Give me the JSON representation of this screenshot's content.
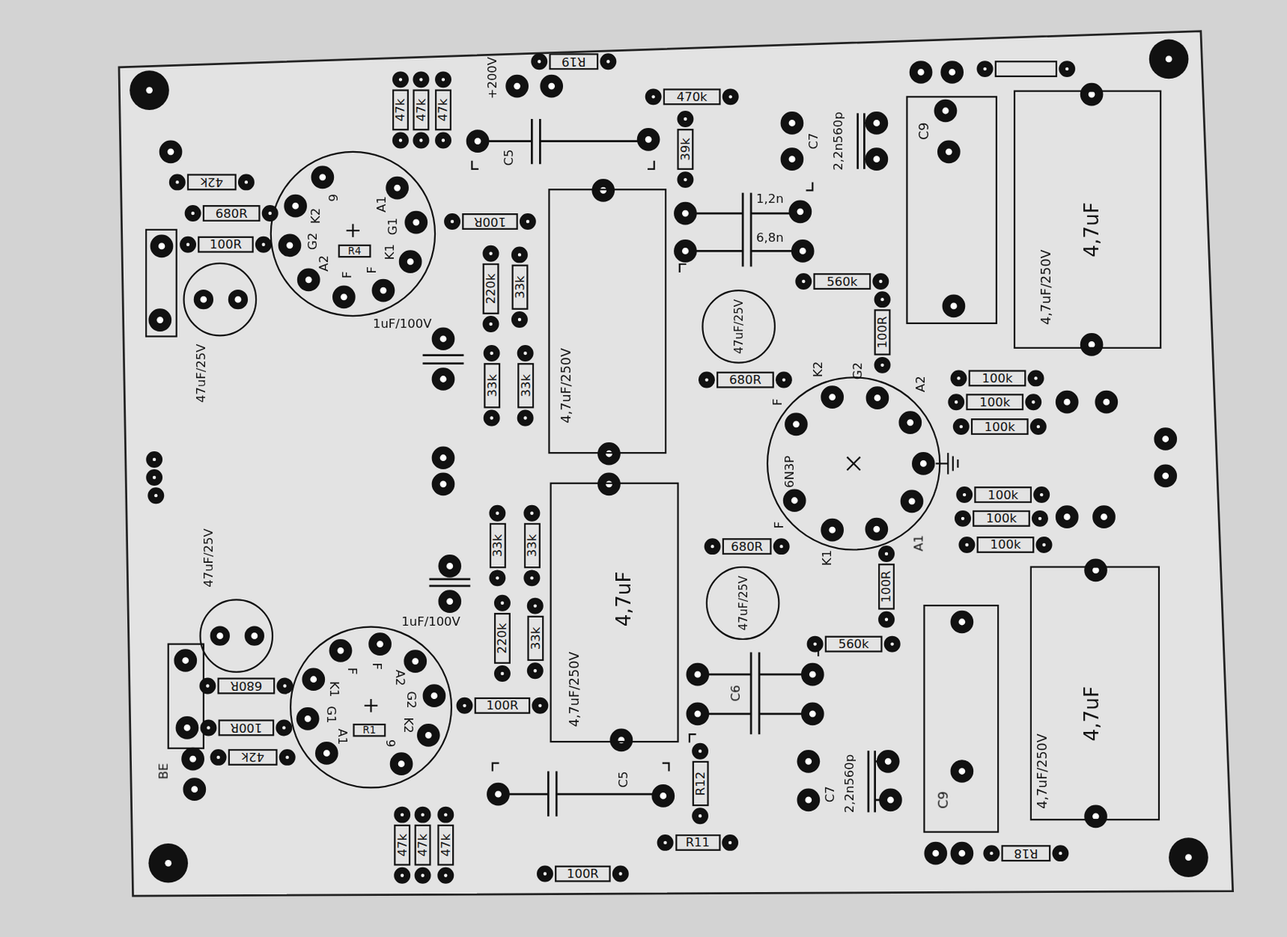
{
  "diagram": {
    "nodes": [
      {
        "text": [
          "47k"
        ]
      },
      {
        "text": [
          "47k"
        ]
      },
      {
        "text": [
          "47k"
        ]
      },
      {
        "text": [
          "R19"
        ]
      },
      {
        "text": [
          "470k"
        ]
      },
      {
        "text": [
          "42k"
        ]
      },
      {
        "text": [
          "680R"
        ]
      },
      {
        "text": [
          "100R"
        ]
      },
      {
        "text": [
          "39k"
        ]
      },
      {
        "text": [
          "100R"
        ]
      },
      {
        "text": [
          "R4"
        ]
      },
      {
        "text": [
          "4,7uF/250V"
        ]
      },
      {
        "text": [
          "220k"
        ]
      },
      {
        "text": [
          "33k"
        ]
      },
      {
        "text": [
          "33k"
        ]
      },
      {
        "text": [
          "33k"
        ]
      },
      {
        "text": [
          "560k"
        ]
      },
      {
        "text": [
          "C9"
        ]
      },
      {
        "text": [
          "4,7uF/250V",
          "4,7uF"
        ]
      },
      {
        "text": [
          "47uF/25V"
        ]
      },
      {
        "text": [
          "47uF/25V"
        ]
      },
      {
        "text": [
          "100R"
        ]
      },
      {
        "text": [
          "680R"
        ]
      },
      {
        "text": [
          "100k"
        ]
      },
      {
        "text": [
          "100k"
        ]
      },
      {
        "text": [
          "100k"
        ]
      },
      {
        "text": [
          "100k"
        ]
      },
      {
        "text": [
          "100k"
        ]
      },
      {
        "text": [
          "100k"
        ]
      },
      {
        "text": [
          "33k"
        ]
      },
      {
        "text": [
          "33k"
        ]
      },
      {
        "text": [
          "680R"
        ]
      },
      {
        "text": [
          "4,7uF/250V",
          "4,7uF"
        ]
      },
      {
        "text": [
          "47uF/25V"
        ]
      },
      {
        "text": [
          "47uF/25V"
        ]
      },
      {
        "text": [
          "100R"
        ]
      },
      {
        "text": [
          "4,7uF/250V",
          "4,7uF"
        ]
      },
      {
        "text": [
          "220k"
        ]
      },
      {
        "text": [
          "33k"
        ]
      },
      {
        "text": [
          "560k"
        ]
      },
      {
        "text": [
          "680R"
        ]
      },
      {
        "text": [
          "100R"
        ]
      },
      {
        "text": [
          "100R"
        ]
      },
      {
        "text": [
          "R1"
        ]
      },
      {
        "text": [
          "42k"
        ]
      },
      {
        "text": [
          "C9"
        ]
      },
      {
        "text": [
          "R12"
        ]
      },
      {
        "text": [
          "R11"
        ]
      },
      {
        "text": [
          "47k"
        ]
      },
      {
        "text": [
          "47k"
        ]
      },
      {
        "text": [
          "47k"
        ]
      },
      {
        "text": [
          "R18"
        ]
      },
      {
        "text": [
          "100R"
        ]
      }
    ],
    "labels": [
      "+200V",
      "C5",
      "2,2n560p",
      "C7",
      "A1",
      "G1",
      "K1",
      "F",
      "F",
      "A2",
      "G2",
      "K2",
      "9",
      "1,2n",
      "6,8n",
      "1uF/100V",
      "K2",
      "G2",
      "A2",
      "F",
      "6N3P",
      "F",
      "K1",
      "A1",
      "1uF/100V",
      "F",
      "F",
      "K1",
      "A2",
      "G2",
      "G1",
      "K2",
      "A1",
      "9",
      "C6",
      "BE",
      "C5",
      "C7",
      "2,2n560p"
    ]
  }
}
